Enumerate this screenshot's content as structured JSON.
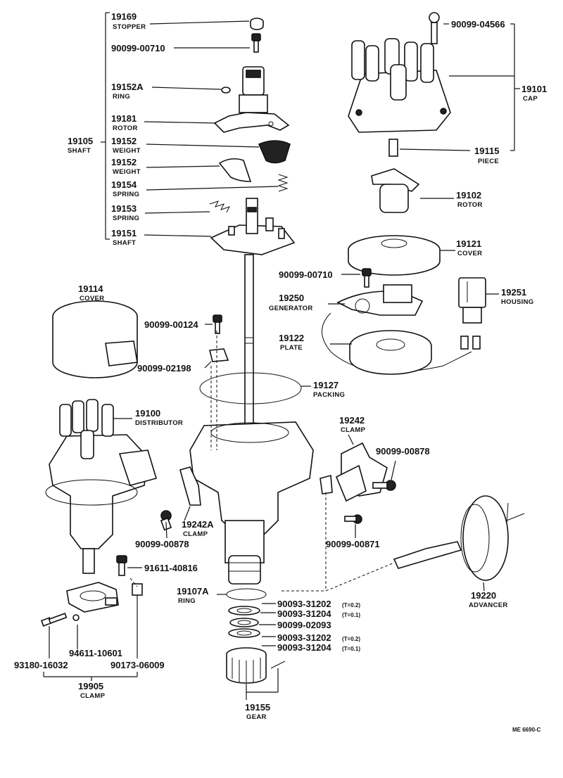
{
  "diagram": {
    "labels": {
      "p19169": {
        "num": "19169",
        "name": "STOPPER"
      },
      "p00710a": {
        "num": "90099-00710"
      },
      "p19152a": {
        "num": "19152A",
        "name": "RING"
      },
      "p19181": {
        "num": "19181",
        "name": "ROTOR"
      },
      "p19105": {
        "num": "19105",
        "name": "SHAFT"
      },
      "p19152w1": {
        "num": "19152",
        "name": "WEIGHT"
      },
      "p19152w2": {
        "num": "19152",
        "name": "WEIGHT"
      },
      "p19154": {
        "num": "19154",
        "name": "SPRING"
      },
      "p19153": {
        "num": "19153",
        "name": "SPRING"
      },
      "p19151": {
        "num": "19151",
        "name": "SHAFT"
      },
      "p04566": {
        "num": "90099-04566"
      },
      "p19101": {
        "num": "19101",
        "name": "CAP"
      },
      "p19115": {
        "num": "19115",
        "name": "PIECE"
      },
      "p19102": {
        "num": "19102",
        "name": "ROTOR"
      },
      "p19121": {
        "num": "19121",
        "name": "COVER"
      },
      "p00710b": {
        "num": "90099-00710"
      },
      "p19250": {
        "num": "19250",
        "name": "GENERATOR"
      },
      "p19251": {
        "num": "19251",
        "name": "HOUSING"
      },
      "p19122": {
        "num": "19122",
        "name": "PLATE"
      },
      "p19114": {
        "num": "19114",
        "name": "COVER"
      },
      "p00124": {
        "num": "90099-00124"
      },
      "p02198": {
        "num": "90099-02198"
      },
      "p19127": {
        "num": "19127",
        "name": "PACKING"
      },
      "p19100": {
        "num": "19100",
        "name": "DISTRIBUTOR"
      },
      "p19242": {
        "num": "19242",
        "name": "CLAMP"
      },
      "p00878a": {
        "num": "90099-00878"
      },
      "p19242a": {
        "num": "19242A",
        "name": "CLAMP"
      },
      "p00878b": {
        "num": "90099-00878"
      },
      "p00871": {
        "num": "90099-00871"
      },
      "p40816": {
        "num": "91611-40816"
      },
      "p19107a": {
        "num": "19107A",
        "name": "RING"
      },
      "p31202a": {
        "num": "90093-31202",
        "note": "(T=0.2)"
      },
      "p31204a": {
        "num": "90093-31204",
        "note": "(T=0.1)"
      },
      "p02093": {
        "num": "90099-02093"
      },
      "p31202b": {
        "num": "90093-31202",
        "note": "(T=0.2)"
      },
      "p31204b": {
        "num": "90093-31204",
        "note": "(T=0.1)"
      },
      "p19220": {
        "num": "19220",
        "name": "ADVANCER"
      },
      "p10601": {
        "num": "94611-10601"
      },
      "p16032": {
        "num": "93180-16032"
      },
      "p06009": {
        "num": "90173-06009"
      },
      "p19905": {
        "num": "19905",
        "name": "CLAMP"
      },
      "p19155": {
        "num": "19155",
        "name": "GEAR"
      }
    },
    "ref_code": "ME 6690-C"
  }
}
